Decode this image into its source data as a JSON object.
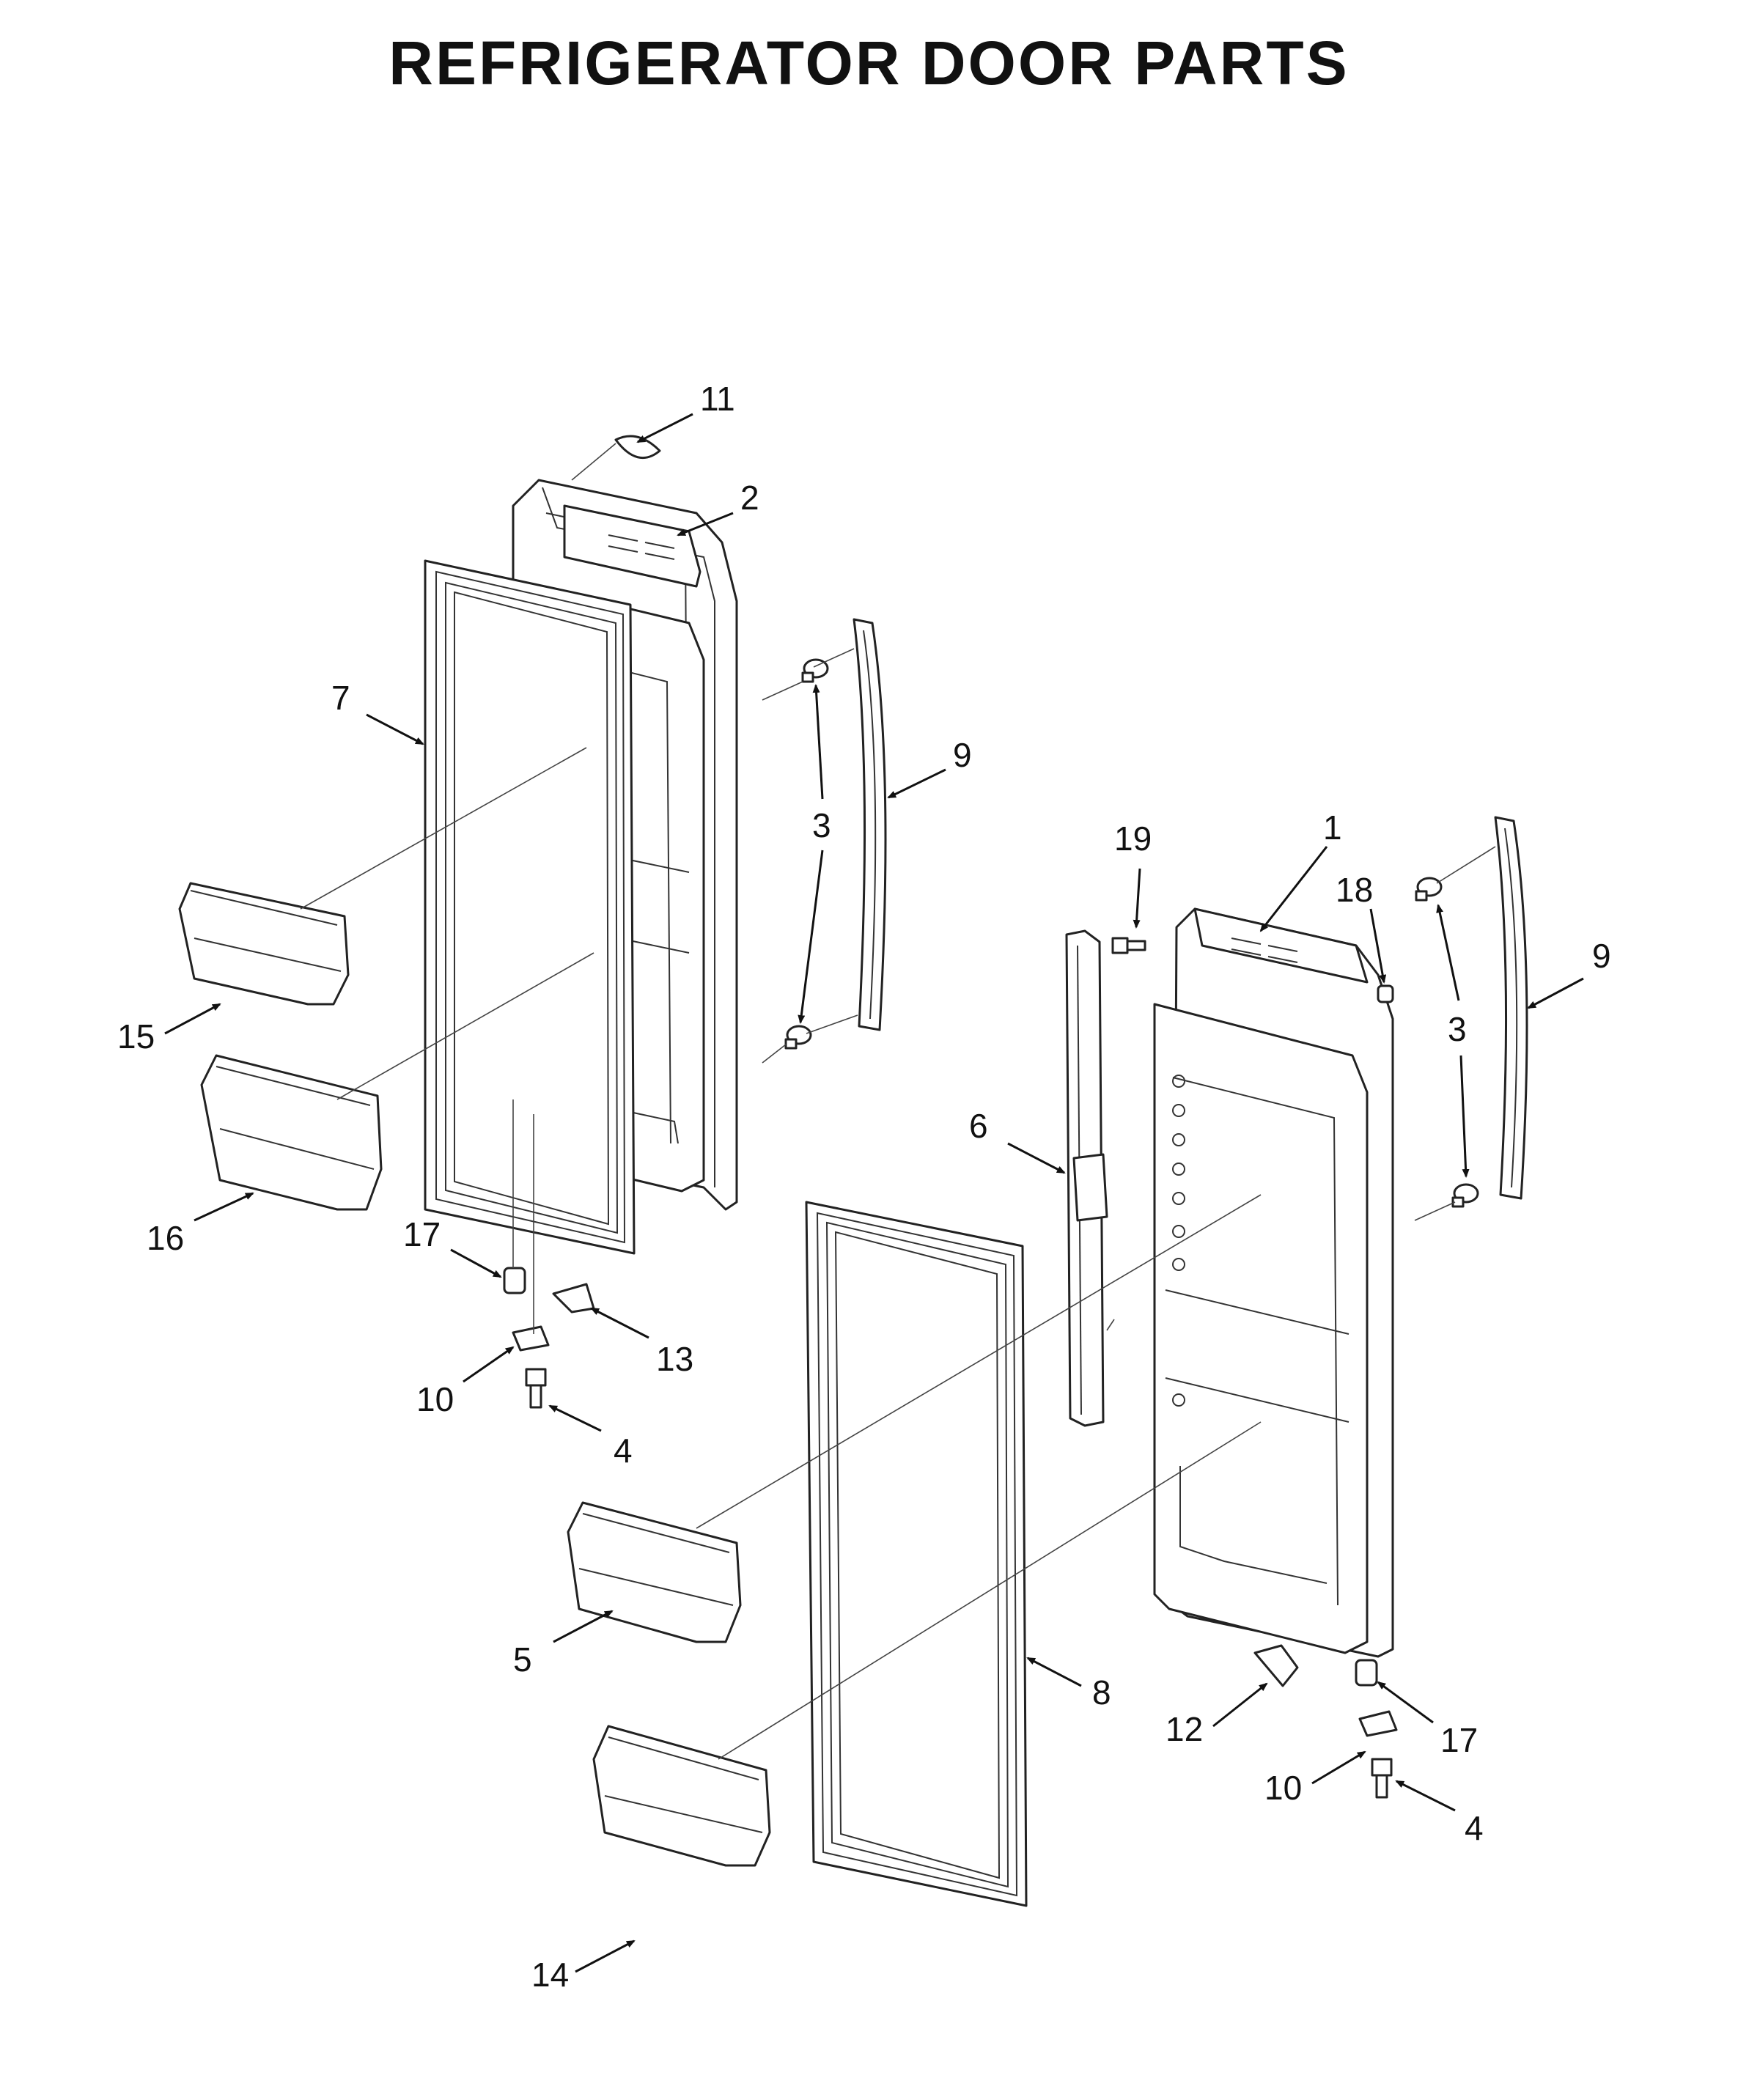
{
  "title": "REFRIGERATOR DOOR PARTS",
  "callouts": [
    {
      "id": "c11",
      "text": "11"
    },
    {
      "id": "c2",
      "text": "2"
    },
    {
      "id": "c7",
      "text": "7"
    },
    {
      "id": "c9a",
      "text": "9"
    },
    {
      "id": "c3a",
      "text": "3"
    },
    {
      "id": "c19",
      "text": "19"
    },
    {
      "id": "c1",
      "text": "1"
    },
    {
      "id": "c18",
      "text": "18"
    },
    {
      "id": "c9b",
      "text": "9"
    },
    {
      "id": "c3b",
      "text": "3"
    },
    {
      "id": "c15",
      "text": "15"
    },
    {
      "id": "c16",
      "text": "16"
    },
    {
      "id": "c6",
      "text": "6"
    },
    {
      "id": "c17a",
      "text": "17"
    },
    {
      "id": "c13",
      "text": "13"
    },
    {
      "id": "c10a",
      "text": "10"
    },
    {
      "id": "c4a",
      "text": "4"
    },
    {
      "id": "c5",
      "text": "5"
    },
    {
      "id": "c8",
      "text": "8"
    },
    {
      "id": "c12",
      "text": "12"
    },
    {
      "id": "c17b",
      "text": "17"
    },
    {
      "id": "c10b",
      "text": "10"
    },
    {
      "id": "c4b",
      "text": "4"
    },
    {
      "id": "c14",
      "text": "14"
    }
  ]
}
